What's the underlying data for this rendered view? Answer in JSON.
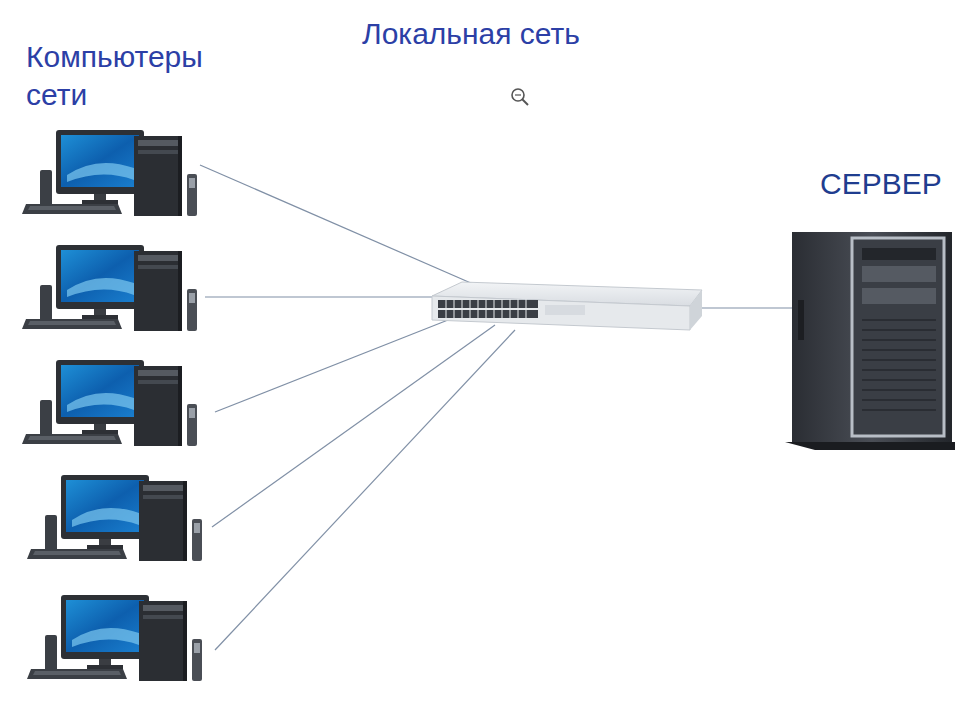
{
  "diagram": {
    "title": "Локальная сеть",
    "labels": [
      "Компьютеры сети",
      "СЕРВЕР"
    ]
  }
}
